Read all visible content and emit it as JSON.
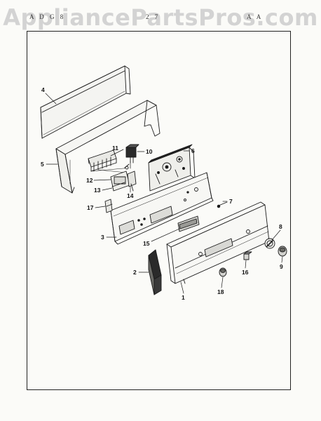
{
  "watermark": "AppliancePartsPros.com",
  "header": {
    "left": "A D G 8",
    "middle": "2 7",
    "right": "A A"
  },
  "callouts": [
    "1",
    "2",
    "3",
    "4",
    "5",
    "6",
    "7",
    "8",
    "9",
    "10",
    "11",
    "12",
    "13",
    "14",
    "15",
    "16",
    "17",
    "18"
  ],
  "colors": {
    "ink": "#1a1a1a",
    "paper": "#fbfbf8",
    "watermark": "#c8c8c8"
  }
}
